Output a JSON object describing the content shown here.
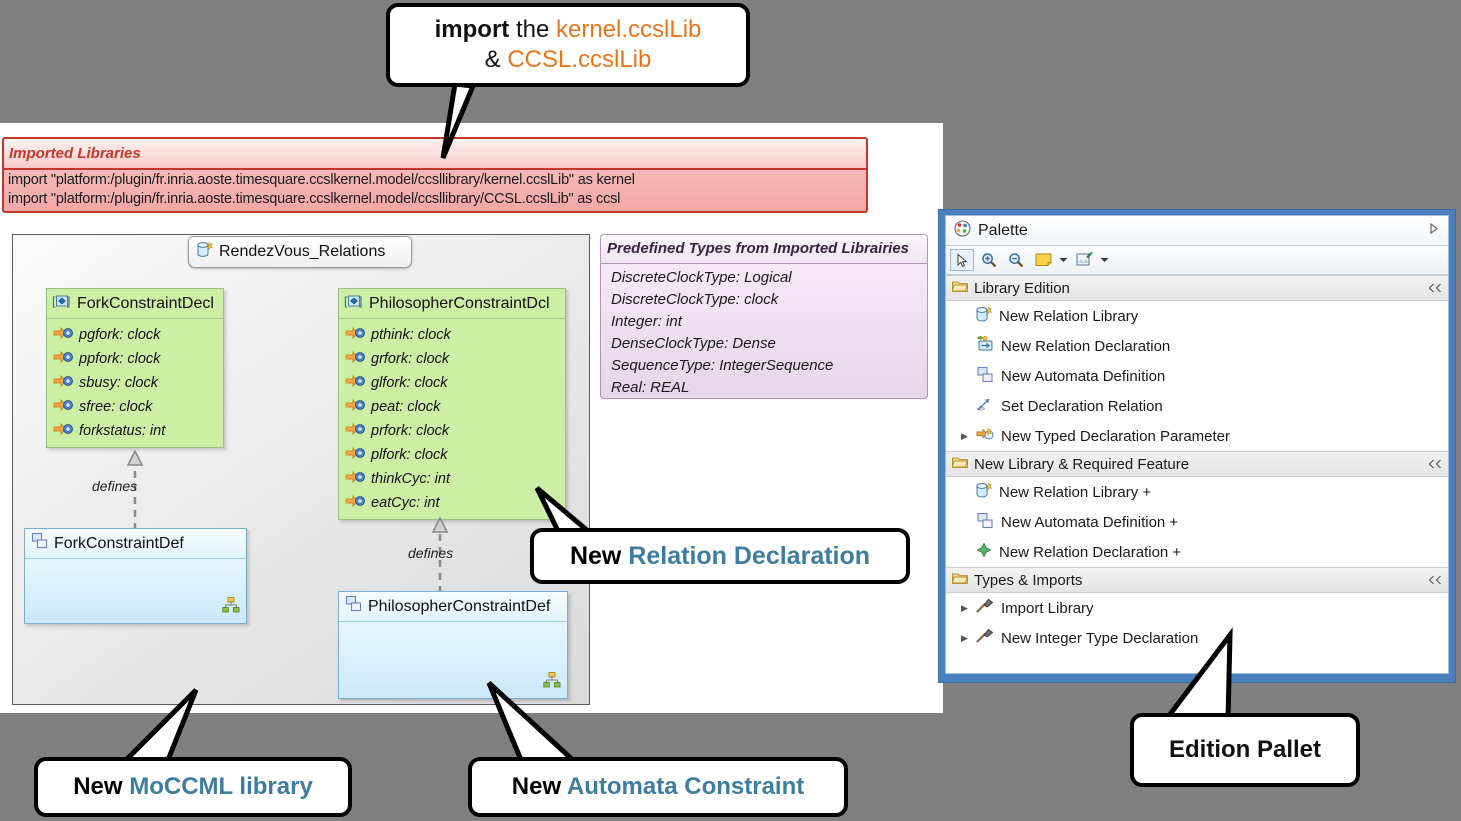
{
  "callouts": {
    "import": {
      "line1_bold": "import",
      "line1_plain": " the ",
      "line1_accent": "kernel.ccslLib",
      "line2_plain": "& ",
      "line2_accent": "CCSL.ccslLib"
    },
    "relation_declaration": {
      "prefix": "New ",
      "accent": "Relation Declaration"
    },
    "moccml_library": {
      "prefix": "New ",
      "accent": "MoCCML library"
    },
    "automata_constraint": {
      "prefix": "New ",
      "accent": "Automata Constraint"
    },
    "edition_pallet": {
      "label": "Edition Pallet"
    }
  },
  "imported_libraries": {
    "title": "Imported Libraries",
    "lines": [
      "import \"platform:/plugin/fr.inria.aoste.timesquare.ccslkernel.model/ccsllibrary/kernel.ccslLib\" as kernel",
      "import \"platform:/plugin/fr.inria.aoste.timesquare.ccslkernel.model/ccsllibrary/CCSL.ccslLib\" as ccsl"
    ]
  },
  "diagram": {
    "library_tab": "RendezVous_Relations",
    "defines_label": "defines",
    "fork_declaration": {
      "name": "ForkConstraintDecl",
      "attributes": [
        "pgfork: clock",
        "ppfork: clock",
        "sbusy: clock",
        "sfree: clock",
        "forkstatus: int"
      ]
    },
    "philosopher_declaration": {
      "name": "PhilosopherConstraintDcl",
      "attributes": [
        "pthink: clock",
        "grfork: clock",
        "glfork: clock",
        "peat: clock",
        "prfork: clock",
        "plfork: clock",
        "thinkCyc: int",
        "eatCyc: int"
      ]
    },
    "fork_definition": {
      "name": "ForkConstraintDef"
    },
    "philosopher_definition": {
      "name": "PhilosopherConstraintDef"
    }
  },
  "predefined_types": {
    "title": "Predefined Types from Imported Librairies",
    "entries": [
      "DiscreteClockType: Logical",
      "DiscreteClockType: clock",
      "Integer: int",
      "DenseClockType: Dense",
      "SequenceType: IntegerSequence",
      "Real: REAL"
    ]
  },
  "palette": {
    "title": "Palette",
    "sections": [
      {
        "label": "Library Edition",
        "items": [
          {
            "label": "New Relation Library",
            "icon": "relation-library-icon",
            "expandable": false
          },
          {
            "label": "New Relation Declaration",
            "icon": "relation-declaration-icon",
            "expandable": false
          },
          {
            "label": "New Automata Definition",
            "icon": "automata-definition-icon",
            "expandable": false
          },
          {
            "label": "Set Declaration Relation",
            "icon": "set-declaration-relation-icon",
            "expandable": false
          },
          {
            "label": "New Typed Declaration Parameter",
            "icon": "typed-declaration-parameter-icon",
            "expandable": true
          }
        ]
      },
      {
        "label": "New Library & Required Feature",
        "items": [
          {
            "label": "New Relation Library +",
            "icon": "relation-library-icon",
            "expandable": false
          },
          {
            "label": "New Automata Definition +",
            "icon": "automata-definition-icon",
            "expandable": false
          },
          {
            "label": "New Relation Declaration +",
            "icon": "green-diamond-icon",
            "expandable": false
          }
        ]
      },
      {
        "label": "Types & Imports",
        "items": [
          {
            "label": "Import Library",
            "icon": "hammer-icon",
            "expandable": true
          },
          {
            "label": "New Integer Type Declaration",
            "icon": "hammer-icon",
            "expandable": true
          }
        ]
      }
    ],
    "toolbar": [
      {
        "name": "select-tool-icon",
        "caret": false
      },
      {
        "name": "zoom-in-icon",
        "caret": false
      },
      {
        "name": "zoom-out-icon",
        "caret": false
      },
      {
        "name": "note-icon",
        "caret": true
      },
      {
        "name": "note-attachment-icon",
        "caret": true
      }
    ]
  },
  "colors": {
    "accent_orange": "#E8751A",
    "accent_blue": "#3E7D9E",
    "palette_frame": "#4A80BD",
    "note_red": "#C0392B",
    "decl_green": "#CCEFA5",
    "def_blue": "#CBE9FA",
    "predefined_purple": "#E7D4E9",
    "background_gray": "#808080"
  }
}
